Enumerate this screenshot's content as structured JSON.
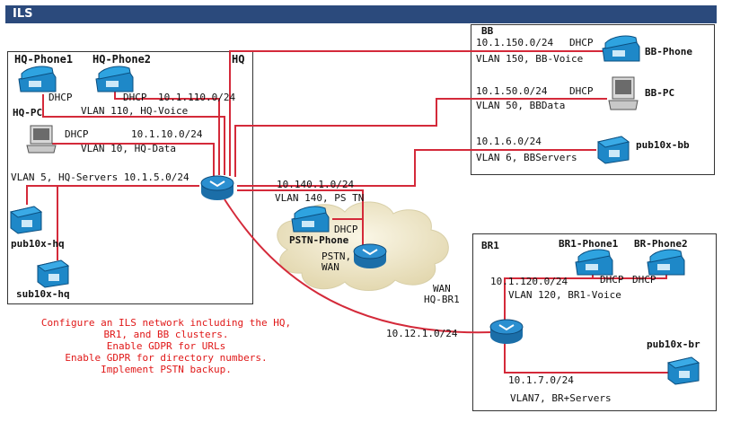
{
  "title": "ILS",
  "hq": {
    "name": "HQ",
    "phone1": "HQ-Phone1",
    "phone2": "HQ-Phone2",
    "pc": "HQ-PC",
    "dhcp1": "DHCP",
    "dhcp2": "DHCP",
    "voice_net": "10.1.110.0/24",
    "voice_vlan": "VLAN 110, HQ-Voice",
    "dhcp_pc": "DHCP",
    "data_net": "10.1.10.0/24",
    "data_vlan": "VLAN 10, HQ-Data",
    "servers_vlan": "VLAN 5, HQ-Servers 10.1.5.0/24",
    "pub": "pub10x-hq",
    "sub": "sub10x-hq"
  },
  "bb": {
    "name": "BB",
    "voice_net": "10.1.150.0/24",
    "voice_dhcp": "DHCP",
    "voice_vlan": "VLAN 150, BB-Voice",
    "phone": "BB-Phone",
    "data_net": "10.1.50.0/24",
    "data_dhcp": "DHCP",
    "pc": "BB-PC",
    "data_vlan": "VLAN 50, BBData",
    "servers_net": "10.1.6.0/24",
    "servers_vlan": "VLAN 6, BBServers",
    "pub": "pub10x-bb"
  },
  "pstn": {
    "net": "10.140.1.0/24",
    "vlan": "VLAN 140, PS TN",
    "dhcp": "DHCP",
    "phone": "PSTN-Phone",
    "router_label": "PSTN,\nWAN"
  },
  "wan": {
    "label": "WAN\nHQ-BR1",
    "net": "10.12.1.0/24"
  },
  "br1": {
    "name": "BR1",
    "phone1": "BR1-Phone1",
    "phone2": "BR-Phone2",
    "voice_net": "10.1.120.0/24",
    "dhcp1": "DHCP",
    "dhcp2": "DHCP",
    "voice_vlan": "VLAN 120, BR1-Voice",
    "pub": "pub10x-br",
    "servers_net": "10.1.7.0/24",
    "servers_vlan": "VLAN7, BR+Servers"
  },
  "task_note": "Configure an ILS network including the HQ,\nBR1, and BB clusters.\nEnable GDPR for URLs\nEnable GDPR for directory numbers.\nImplement PSTN backup.",
  "colors": {
    "title_bar": "#2b4a7c",
    "link": "#d42a3a",
    "note": "#e01818",
    "cloud": "#efe7c9",
    "device_blue": "#1e88c8"
  }
}
